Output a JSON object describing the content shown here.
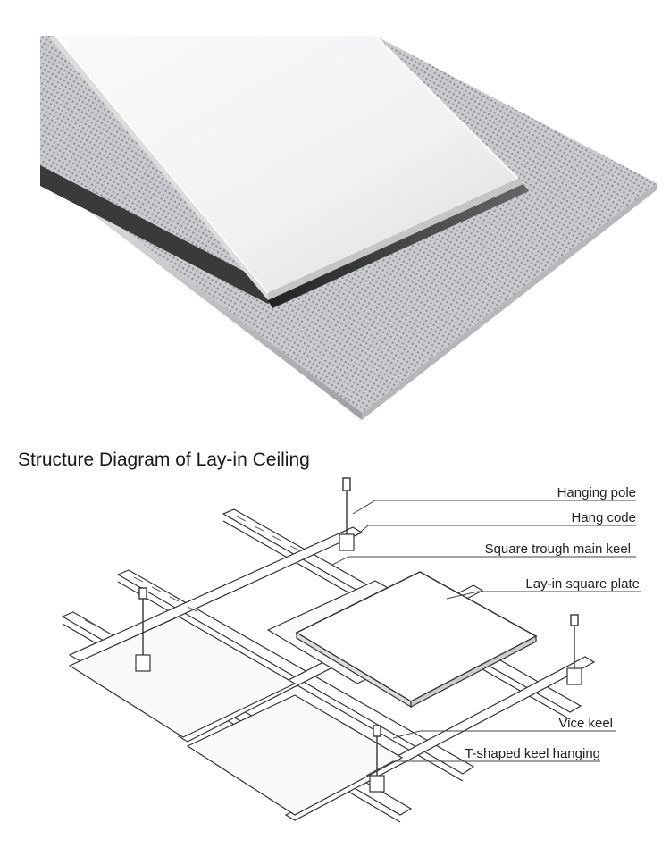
{
  "title": "Structure Diagram of Lay-in Ceiling",
  "labels": {
    "hanging_pole": "Hanging pole",
    "hang_code": "Hang code",
    "main_keel": "Square trough main keel",
    "plate": "Lay-in square plate",
    "vice_keel": "Vice keel",
    "t_keel": "T-shaped keel hanging"
  }
}
